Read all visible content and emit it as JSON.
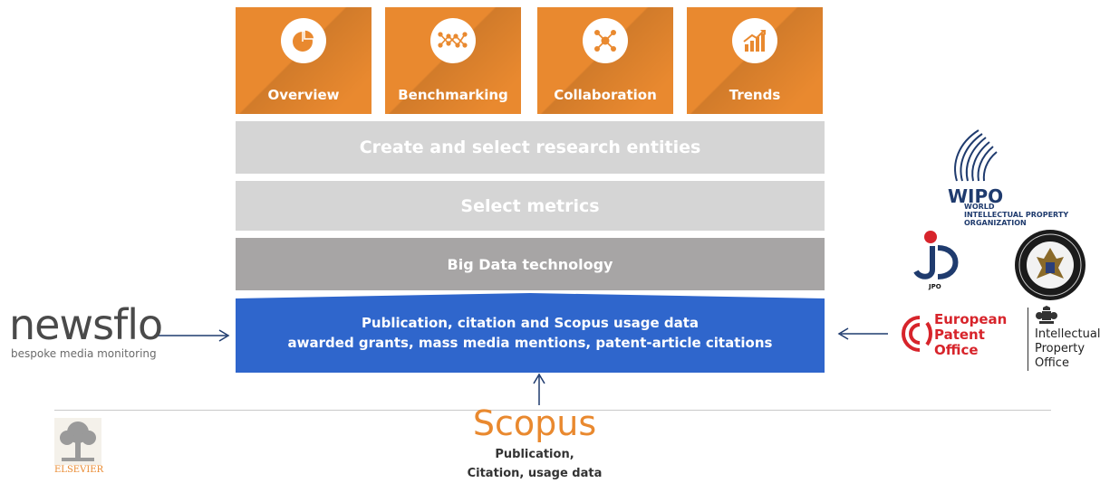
{
  "modules": [
    {
      "label": "Overview",
      "icon": "pie-chart-icon"
    },
    {
      "label": "Benchmarking",
      "icon": "network-nodes-icon"
    },
    {
      "label": "Collaboration",
      "icon": "hub-network-icon"
    },
    {
      "label": "Trends",
      "icon": "trend-chart-icon"
    }
  ],
  "layers": {
    "entities": "Create and select research entities",
    "metrics": "Select metrics",
    "bigdata": "Big Data technology",
    "data_line1": "Publication, citation and Scopus usage data",
    "data_line2": "awarded grants, mass media mentions, patent-article citations"
  },
  "sources": {
    "newsflo": {
      "name": "newsflo",
      "tagline": "bespoke media monitoring"
    },
    "scopus": {
      "name": "Scopus",
      "line1": "Publication,",
      "line2": "Citation, usage data"
    },
    "wipo": {
      "name": "WIPO",
      "line1": "WORLD",
      "line2": "INTELLECTUAL PROPERTY",
      "line3": "ORGANIZATION"
    },
    "jpo": {
      "name": "JPO"
    },
    "epo": {
      "line1": "European",
      "line2": "Patent",
      "line3": "Office"
    },
    "ipo": {
      "line1": "Intellectual",
      "line2": "Property",
      "line3": "Office"
    },
    "elsevier": {
      "name": "ELSEVIER"
    }
  },
  "colors": {
    "orange": "#e9892f",
    "light_gray": "#d5d5d5",
    "mid_gray": "#a7a5a5",
    "blue": "#2f66cc",
    "navy_arrow": "#1f3b6e",
    "epo_red": "#d7242b"
  }
}
